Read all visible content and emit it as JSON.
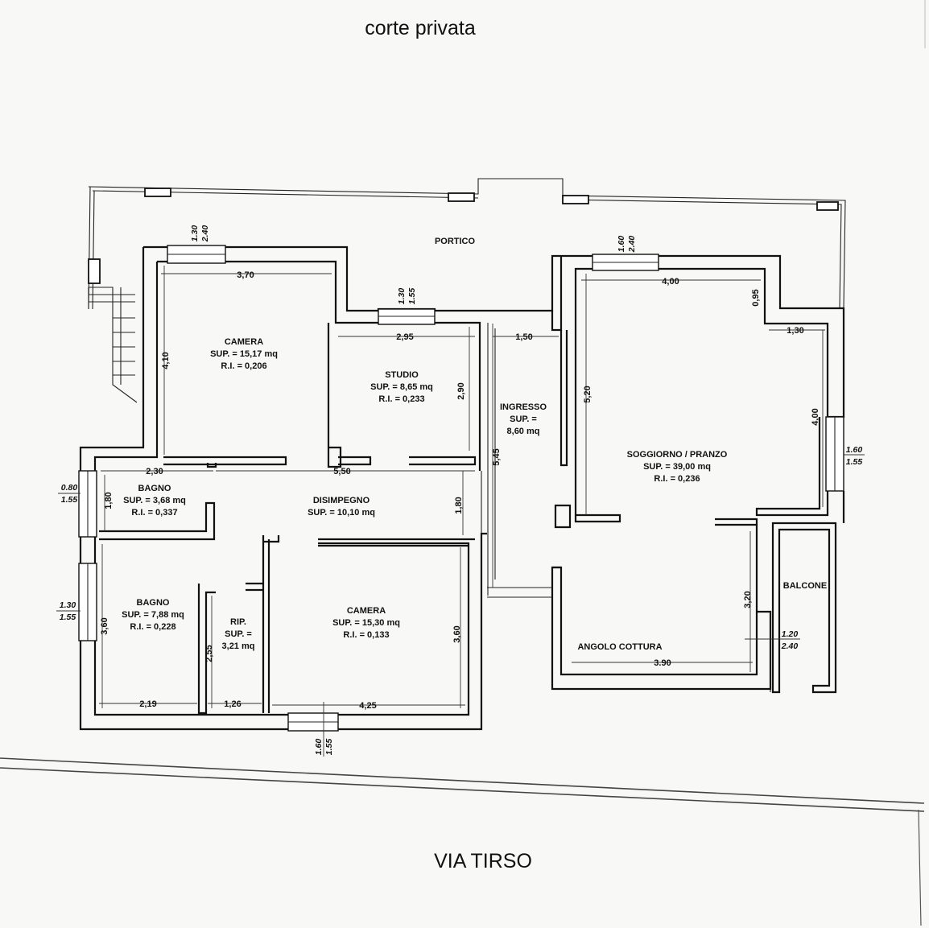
{
  "header": {
    "title": "corte privata"
  },
  "footer": {
    "street": "VIA TIRSO"
  },
  "rooms": [
    {
      "id": "portico",
      "name": "PORTICO"
    },
    {
      "id": "camera1",
      "name": "CAMERA",
      "sup": "SUP. = 15,17 mq",
      "ri": "R.I. = 0,206"
    },
    {
      "id": "studio",
      "name": "STUDIO",
      "sup": "SUP. = 8,65 mq",
      "ri": "R.I. = 0,233"
    },
    {
      "id": "ingresso",
      "name": "INGRESSO",
      "sup": "SUP. =",
      "sup2": "8,60 mq"
    },
    {
      "id": "soggiorno",
      "name": "SOGGIORNO / PRANZO",
      "sup": "SUP. = 39,00 mq",
      "ri": "R.I. = 0,236"
    },
    {
      "id": "bagno1",
      "name": "BAGNO",
      "sup": "SUP. = 3,68 mq",
      "ri": "R.I. = 0,337"
    },
    {
      "id": "disimpegno",
      "name": "DISIMPEGNO",
      "sup": "SUP. = 10,10 mq"
    },
    {
      "id": "bagno2",
      "name": "BAGNO",
      "sup": "SUP. = 7,88 mq",
      "ri": "R.I. = 0,228"
    },
    {
      "id": "rip",
      "name": "RIP.",
      "sup": "SUP. =",
      "sup2": "3,21 mq"
    },
    {
      "id": "camera2",
      "name": "CAMERA",
      "sup": "SUP. = 15,30 mq",
      "ri": "R.I. = 0,133"
    },
    {
      "id": "balcone",
      "name": "BALCONE"
    },
    {
      "id": "angolo",
      "name": "ANGOLO COTTURA"
    }
  ],
  "dimensions": {
    "camera1_width": "3,70",
    "camera1_height": "4,10",
    "studio_width": "2,95",
    "studio_height": "2,90",
    "ingresso_width": "1,50",
    "ingresso_height": "5,45",
    "soggiorno_width": "4,00",
    "soggiorno_left_height": "5,20",
    "soggiorno_right_height": "4,00",
    "soggiorno_notch_width": "1,30",
    "soggiorno_notch_height": "0,95",
    "corridor_left": "2,30",
    "corridor_long": "5,50",
    "corridor_height": "1,80",
    "bagno1_height": "1,80",
    "bagno2_width": "2,19",
    "bagno2_height": "3,60",
    "rip_width": "1,26",
    "rip_height": "2,55",
    "camera2_width": "4,25",
    "camera2_height": "3,60",
    "angolo_width": "3.90",
    "angolo_height": "3,20"
  },
  "windows": {
    "camera1": {
      "w": "1.30",
      "h": "2.40"
    },
    "studio": {
      "w": "1.30",
      "h": "1.55"
    },
    "soggiorno_top": {
      "w": "1.60",
      "h": "2.40"
    },
    "soggiorno_right": {
      "w": "1.60",
      "h": "1.55"
    },
    "bagno1": {
      "w": "0.80",
      "h": "1.55"
    },
    "bagno2": {
      "w": "1.30",
      "h": "1.55"
    },
    "balcone": {
      "w": "1.20",
      "h": "2.40"
    },
    "camera2": {
      "w": "1.60",
      "h": "1.55"
    }
  }
}
